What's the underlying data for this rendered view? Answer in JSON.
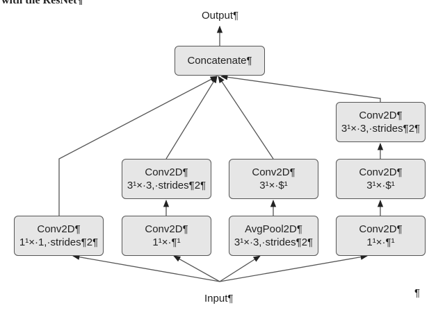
{
  "top_text": "with the ResNet¶",
  "output_label": "Output¶",
  "input_label": "Input¶",
  "stray_mark": "¶",
  "concat": "Concatenate¶",
  "b1": {
    "l1": "Conv2D¶",
    "l2": "1¹×·1,·strides¶2¶"
  },
  "b2a": {
    "l1": "Conv2D¶",
    "l2": "1¹×·¶¹"
  },
  "b2b": {
    "l1": "Conv2D¶",
    "l2": "3¹×·3,·strides¶2¶"
  },
  "b3a": {
    "l1": "AvgPool2D¶",
    "l2": "3¹×·3,·strides¶2¶"
  },
  "b3b": {
    "l1": "Conv2D¶",
    "l2": "3¹×·$¹"
  },
  "b4a": {
    "l1": "Conv2D¶",
    "l2": "1¹×·¶¹"
  },
  "b4b": {
    "l1": "Conv2D¶",
    "l2": "3¹×·$¹"
  },
  "b4c": {
    "l1": "Conv2D¶",
    "l2": "3¹×·3,·strides¶2¶"
  }
}
